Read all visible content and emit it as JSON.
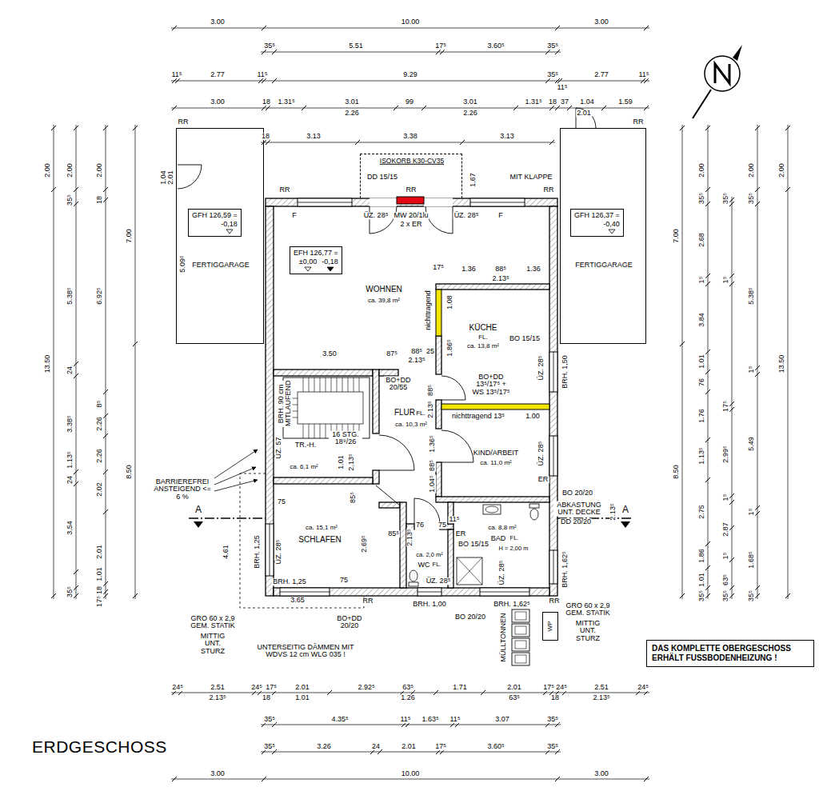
{
  "diagram": {
    "title": "ERDGESCHOSS",
    "nodes": [
      {
        "text": [
          "ISOKORB K30-CV35"
        ]
      },
      {
        "text": [
          "FERTIGGARAGE"
        ]
      },
      {
        "text": [
          "GFH 126,59 =",
          "-0,18"
        ],
        "in": 1
      },
      {
        "text": [
          "FERTIGGARAGE"
        ]
      },
      {
        "text": [
          "GFH 126,37 =",
          "-0,40"
        ],
        "in": 3
      },
      {
        "text": [
          "WOHNEN",
          "ca. 39,8 m²"
        ]
      },
      {
        "text": [
          "EFH 126,77 =",
          "±0,00",
          "-0,18"
        ],
        "in": 5
      },
      {
        "text": [
          "KÜCHE",
          "FL.",
          "ca. 13,8 m²"
        ]
      },
      {
        "text": [
          "FLUR",
          "FL.",
          "ca. 10,3 m²"
        ]
      },
      {
        "text": [
          "TR.-H.",
          "ca. 6,1 m²"
        ]
      },
      {
        "text": [
          "KIND/ARBEIT",
          "ca. 11,0 m²"
        ]
      },
      {
        "text": [
          "ca. 15,1 m²",
          "SCHLAFEN"
        ]
      },
      {
        "text": [
          "ca. 2,0 m²",
          "WC",
          "FL."
        ]
      },
      {
        "text": [
          "ca. 8,8 m²",
          "BAD",
          "FL.",
          "H = 2,00 m"
        ]
      },
      {
        "text": [
          "WP"
        ]
      },
      {
        "text": [
          "DAS KOMPLETTE OBERGESCHOSS ERHÄLT FUSSBODENHEIZUNG !"
        ]
      }
    ],
    "labels": [
      "3.00",
      "10.00",
      "3.00",
      "35⁵",
      "5.51",
      "17⁵",
      "3.60⁵",
      "35⁵",
      "11⁵",
      "2.77",
      "11⁵",
      "9.29",
      "35⁵",
      "2.77",
      "11⁵",
      "11⁵",
      "3.00",
      "18",
      "1.31⁵",
      "3.01",
      "99",
      "3.01",
      "1.31⁵",
      "18",
      "37",
      "1.04",
      "1.59",
      "2.26",
      "2.26",
      "2.01",
      "18",
      "3.13",
      "3.38",
      "3.13",
      "RR",
      "RR",
      "RR",
      "RR",
      "RR",
      "DD 15/15",
      "1.67",
      "MIT KLAPPE",
      "ÜZ. 28⁵",
      "MW 20/1lu",
      "2 x ER",
      "ÜZ. 28⁵",
      "F",
      "F",
      "1.04",
      "2.01",
      "5.09⁵",
      "2.00",
      "13.50",
      "2.00",
      "35⁵",
      "5.38⁵",
      "24",
      "3.38⁵",
      "1.13⁵",
      "24",
      "3.54",
      "35⁵",
      "2.00",
      "18",
      "6.92⁵",
      "8⁵",
      "2.26",
      "2.26",
      "2.02",
      "2.01",
      "1.01",
      "18",
      "17⁵",
      "7.00",
      "8.50",
      "7.00",
      "8.50",
      "2.00",
      "35⁵",
      "2.68",
      "1⁵",
      "3.84",
      "1.01",
      "76",
      "1.76",
      "1.13⁵",
      "2.75",
      "1.86",
      "1.01",
      "35⁵",
      "35⁵",
      "1⁵",
      "17⁵",
      "2.99⁵",
      "1⁵",
      "2.87",
      "1⁵",
      "63⁵",
      "35⁵",
      "2.00",
      "35⁵",
      "5.38⁵",
      "1⁵",
      "5.49",
      "1⁵",
      "1.68⁵",
      "35⁵",
      "2.00",
      "13.50",
      "17⁵",
      "1.36",
      "88⁵",
      "1.36",
      "2.13⁵",
      "nichttragend",
      "1.08",
      "3.50",
      "87⁵",
      "88⁵",
      "2.13⁵",
      "25",
      "1.86⁵",
      "BO 15/15",
      "BO+DD 13⁵/17⁵ + WS 13⁵/17⁵",
      "ÜZ. 28⁵",
      "BRH. 1,50",
      "nichttragend 13⁵",
      "1.00",
      "BO+DD 20/55",
      "BRH. 90 cm MITLAUFEND",
      "16 STG. 18⁹/26",
      "ÜZ. 57",
      "1.01",
      "2.13⁵",
      "88⁵",
      "2.13⁵",
      "1.36⁵",
      "88⁵",
      "1.04⁵",
      "ÜZ. 28⁵",
      "ER",
      "BO 20/20",
      "ABKASTUNG UNT. DECKE",
      "DD 20/20",
      "2.13⁵",
      "75",
      "85⁵",
      "85⁵",
      "2.13⁵",
      "76",
      "75",
      "11⁵",
      "2.69⁵",
      "ER",
      "BO 15/15",
      "ÜZ. 28⁵",
      "BRH. 1,25",
      "4.61",
      "ÜZ. 28⁵",
      "BRH. 1,62⁵",
      "BRH. 1,25",
      "75",
      "3.65",
      "ÜZ. 28⁵",
      "BRH. 1,00",
      "BRH. 1,62⁵",
      "BO+DD 20/20",
      "BO 20/20",
      "GRO 60 x 2,9 GEM. STATIK",
      "MITTIG UNT. STURZ",
      "GRO 60 x 2,9 GEM. STATIK",
      "MITTIG UNT. STURZ",
      "UNTERSEITIG DÄMMEN MIT WDVS 12 cm WLG 035 !",
      "BARRIEREFREI ANSTEIGEND <= 6 %",
      "A",
      "A",
      "MÜLLTONNEN",
      "RR",
      "RR",
      "24⁵",
      "2.51",
      "24⁵",
      "17⁵",
      "2.01",
      "2.92⁵",
      "63⁵",
      "1.71",
      "2.01",
      "17⁵",
      "24⁵",
      "2.51",
      "24⁵",
      "2.13⁵",
      "18",
      "1.01",
      "1.26",
      "63⁵",
      "18",
      "2.13⁵",
      "35⁵",
      "4.35⁵",
      "11⁵",
      "1.63⁵",
      "11⁵",
      "3.07",
      "35⁵",
      "35⁵",
      "3.26",
      "24",
      "2.01",
      "17⁵",
      "3.60⁵",
      "35⁵",
      "3.00",
      "10.00",
      "3.00"
    ]
  }
}
